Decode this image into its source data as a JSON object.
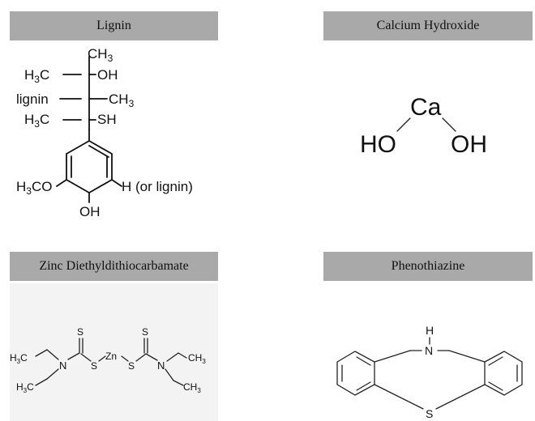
{
  "panels": {
    "lignin": {
      "header": "Lignin",
      "labels": {
        "ch3_top": "CH3",
        "h3c_oh_left": "H3C",
        "oh_top": "OH",
        "lignin_left": "lignin",
        "ch3_mid": "CH3",
        "h3c_sh_left": "H3C",
        "sh": "SH",
        "h3co": "H3CO",
        "h_or_lignin": "H (or lignin)",
        "oh_bottom": "OH"
      }
    },
    "calcium_hydroxide": {
      "header": "Calcium Hydroxide",
      "labels": {
        "ca": "Ca",
        "ho": "HO",
        "oh": "OH"
      }
    },
    "zinc": {
      "header": "Zinc Diethyldithiocarbamate",
      "labels": {
        "h3c_top": "H3C",
        "h3c_bottom": "H3C",
        "n_left": "N",
        "n_right": "N",
        "s_top_left": "S",
        "s_left": "S",
        "zn": "Zn",
        "s_right": "S",
        "s_top_right": "S",
        "ch3_top": "CH3",
        "ch3_bottom": "CH3"
      }
    },
    "phenothiazine": {
      "header": "Phenothiazine",
      "labels": {
        "h": "H",
        "n": "N",
        "s": "S"
      }
    }
  },
  "colors": {
    "header_bg": "#a9a9a9",
    "zinc_bg": "#f3f3f3",
    "ink": "#111111"
  }
}
